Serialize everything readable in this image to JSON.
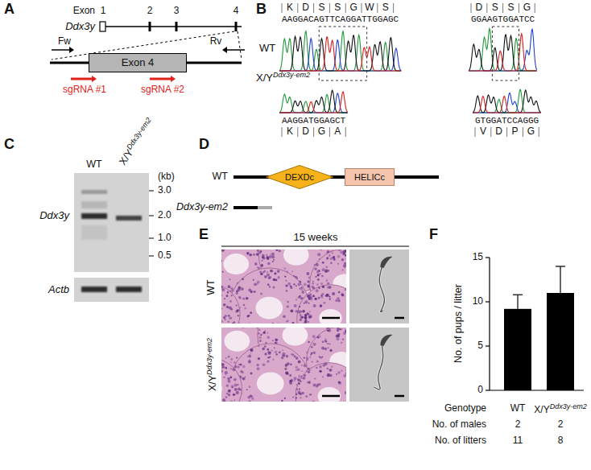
{
  "diagram": {
    "nodes": [
      {
        "text": [
          "Exon 4"
        ]
      },
      {
        "text": [
          "DEXDc"
        ]
      },
      {
        "text": [
          "HELICc"
        ]
      }
    ],
    "labels": [
      "A",
      "Exon",
      "1",
      "2",
      "3",
      "4",
      "Ddx3y",
      "Fw",
      "Rv",
      "sgRNA #1",
      "sgRNA #2",
      "B",
      "K",
      "D",
      "S",
      "S",
      "G",
      "W",
      "S",
      "AAGGACAGTTCAGGATTGGAGC",
      "D",
      "S",
      "S",
      "G",
      "GGAAGTGGATCC",
      "WT",
      "X/Y",
      "Ddx3y-em2",
      "AAGGATGGAGCT",
      "K",
      "D",
      "G",
      "A",
      "GTGGATCCAGGG",
      "V",
      "D",
      "P",
      "G",
      "C",
      "WT",
      "X/Y",
      "Ddx3y-em2",
      "(kb)",
      "3.0",
      "2.0",
      "1.0",
      "0.5",
      "Ddx3y",
      "Actb",
      "D",
      "WT",
      "Ddx3y-em2",
      "E",
      "15 weeks",
      "WT",
      "X/Y",
      "Ddx3y-em2",
      "F",
      "No. of pups / litter",
      "0",
      "5",
      "10",
      "15",
      "Genotype",
      "WT",
      "X/Y",
      "Ddx3y-em2",
      "No. of males",
      "2",
      "2",
      "No. of litters",
      "11",
      "8"
    ]
  }
}
